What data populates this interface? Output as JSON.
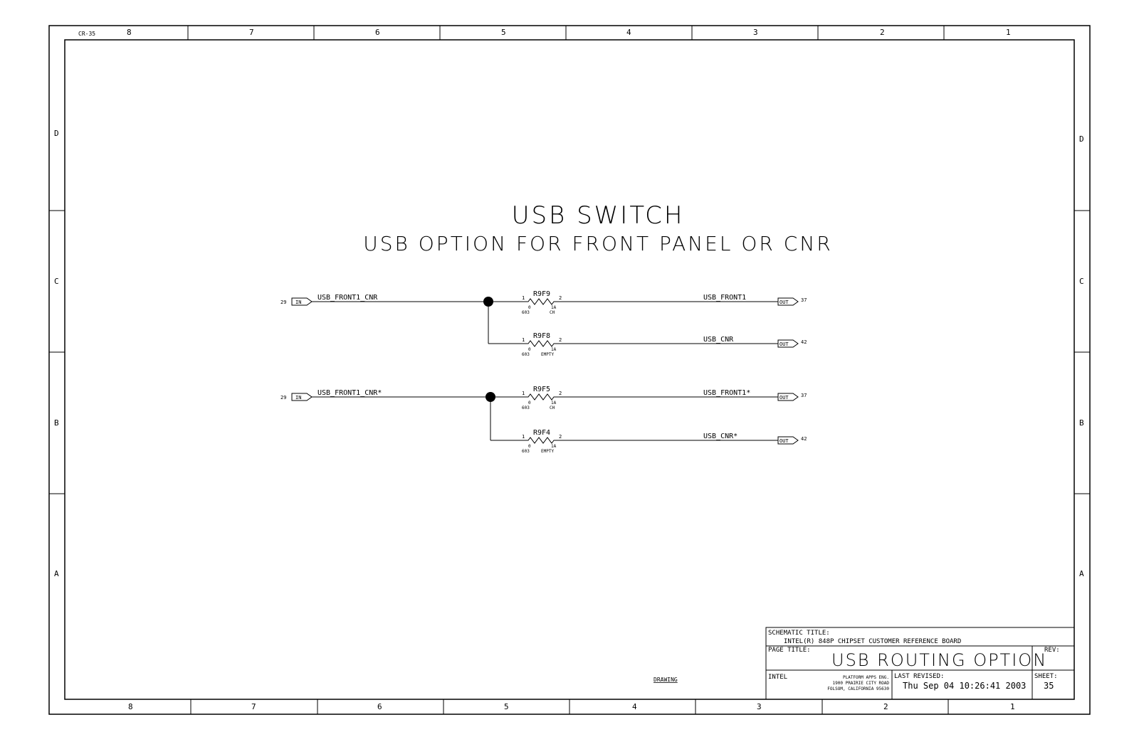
{
  "sheet_code": "CR-35",
  "zones_top": [
    "8",
    "7",
    "6",
    "5",
    "4",
    "3",
    "2",
    "1"
  ],
  "zones_bottom": [
    "8",
    "7",
    "6",
    "5",
    "4",
    "3",
    "2",
    "1"
  ],
  "zones_side": [
    "D",
    "C",
    "B",
    "A"
  ],
  "title": "USB SWITCH",
  "subtitle": "USB OPTION FOR FRONT PANEL OR CNR",
  "inputs": [
    {
      "sheet_ref": "29",
      "port": "IN",
      "net": "USB_FRONT1_CNR"
    },
    {
      "sheet_ref": "29",
      "port": "IN",
      "net": "USB_FRONT1_CNR*"
    }
  ],
  "resistors": [
    {
      "ref": "R9F9",
      "pin1": "1",
      "pin2": "2",
      "value": "0",
      "rating": "1A",
      "package": "603",
      "status": "CH"
    },
    {
      "ref": "R9F8",
      "pin1": "1",
      "pin2": "2",
      "value": "0",
      "rating": "1A",
      "package": "603",
      "status": "EMPTY"
    },
    {
      "ref": "R9F5",
      "pin1": "1",
      "pin2": "2",
      "value": "0",
      "rating": "1A",
      "package": "603",
      "status": "CH"
    },
    {
      "ref": "R9F4",
      "pin1": "1",
      "pin2": "2",
      "value": "0",
      "rating": "1A",
      "package": "603",
      "status": "EMPTY"
    }
  ],
  "outputs": [
    {
      "net": "USB_FRONT1",
      "port": "OUT",
      "sheet_ref": "37"
    },
    {
      "net": "USB_CNR",
      "port": "OUT",
      "sheet_ref": "42"
    },
    {
      "net": "USB_FRONT1*",
      "port": "OUT",
      "sheet_ref": "37"
    },
    {
      "net": "USB_CNR*",
      "port": "OUT",
      "sheet_ref": "42"
    }
  ],
  "drawing_label": "DRAWING",
  "title_block": {
    "schematic_title_label": "SCHEMATIC TITLE:",
    "schematic_title": "INTEL(R) 848P CHIPSET CUSTOMER REFERENCE BOARD",
    "page_title_label": "PAGE TITLE:",
    "page_title": "USB ROUTING OPTION",
    "rev_label": "REV:",
    "company": "INTEL",
    "address_line1": "PLATFORM APPS ENG.",
    "address_line2": "1900 PRAIRIE CITY ROAD",
    "address_line3": "FOLSOM, CALIFORNIA 95630",
    "last_revised_label": "LAST REVISED:",
    "last_revised": "Thu Sep 04 10:26:41 2003",
    "sheet_label": "SHEET:",
    "sheet_number": "35"
  }
}
